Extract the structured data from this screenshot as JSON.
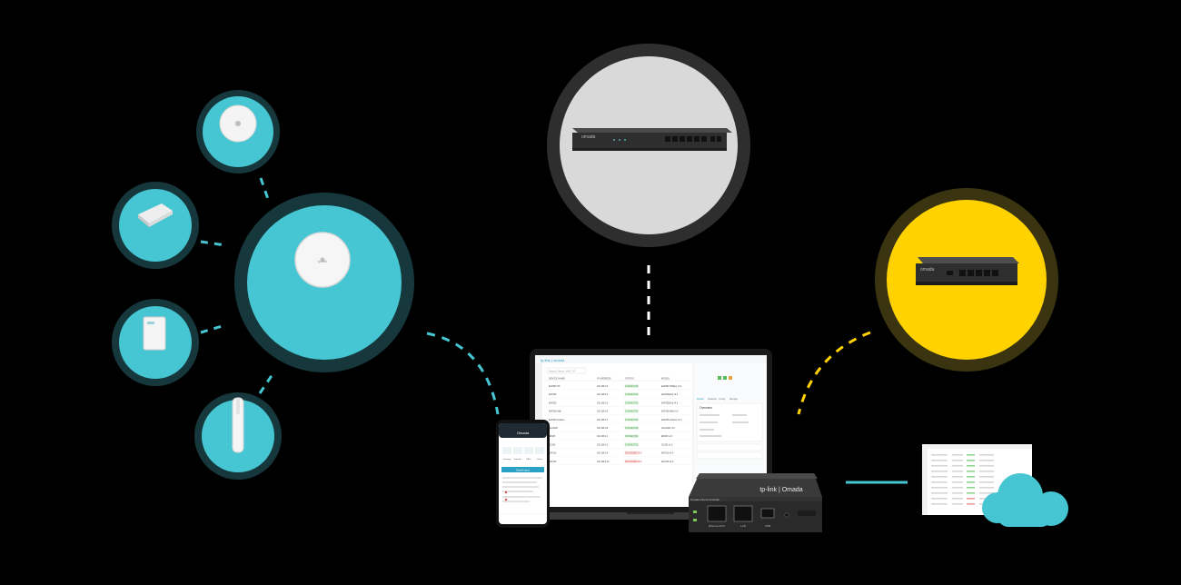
{
  "colors": {
    "background": "#000000",
    "ap_cyan": "#45c6d2",
    "ap_ring": "#16383d",
    "switch_gray": "#d9d9d9",
    "switch_ring": "#3a3a3a",
    "router_yellow": "#ffd200",
    "router_ring": "#3b3410",
    "connector_cyan": "#45c6d2",
    "connector_yellow": "#ffd200",
    "connector_white": "#ffffff"
  },
  "devices": {
    "ceiling_ap_icon": "ceiling-access-point",
    "wall_ap_icon": "wall-plate-access-point",
    "outdoor_ap_icon": "outdoor-access-point",
    "switch_icon": "poe-switch",
    "router_icon": "gigabit-router",
    "controller_icon": "cloud-controller",
    "cloud_icon": "cloud"
  },
  "branding": {
    "switch_brand": "omada",
    "router_brand": "omada",
    "laptop_logo": "tp-link | omada",
    "controller_logo": "tp-link | Omada",
    "controller_strip": "Omada Cloud Controller"
  },
  "controller_ports": {
    "port1": "Ethernet Port",
    "port2": "LAN",
    "port3": "USB"
  },
  "laptop_ui": {
    "search_placeholder": "Search Name, MAC, IP",
    "columns": [
      "DEVICE NAME",
      "IP ADDRESS",
      "STATUS",
      "MODEL"
    ],
    "rows": [
      [
        "EAP660 HD",
        "192.168.0.3",
        "CONNECTED",
        "EAP660 HD(EU) v1.0"
      ],
      [
        "EAP245",
        "192.168.0.4",
        "CONNECTED",
        "EAP245(EU) v3.0"
      ],
      [
        "EAP225",
        "192.168.0.5",
        "CONNECTED",
        "EAP225(EU) v4.0"
      ],
      [
        "EAP235-Wall",
        "192.168.0.6",
        "CONNECTED",
        "EAP235-Wall v1.0"
      ],
      [
        "EAP225-Outdoor",
        "192.168.0.7",
        "CONNECTED",
        "EAP225-Outdoor v1.0"
      ],
      [
        "SG2210P",
        "192.168.0.8",
        "CONNECTED",
        "SG2210P v3.0"
      ],
      [
        "ER605",
        "192.168.0.1",
        "CONNECTED",
        "ER605 v1.0"
      ],
      [
        "OC200",
        "192.168.0.2",
        "CONNECTED",
        "OC200 v1.0"
      ],
      [
        "EAP110",
        "192.168.0.9",
        "DISCONNECTED",
        "EAP110 v4.0"
      ],
      [
        "EAP115",
        "192.168.0.10",
        "DISCONNECTED",
        "EAP115 v4.0"
      ]
    ],
    "panel_title": "Overview",
    "panel_tabs": [
      "Details",
      "Statistics",
      "Config",
      "Manage"
    ]
  },
  "phone_ui": {
    "header": "Omada",
    "stats": [
      "Gateway",
      "Switches",
      "EAPs",
      "Clients"
    ],
    "tab": "Dashboard"
  }
}
